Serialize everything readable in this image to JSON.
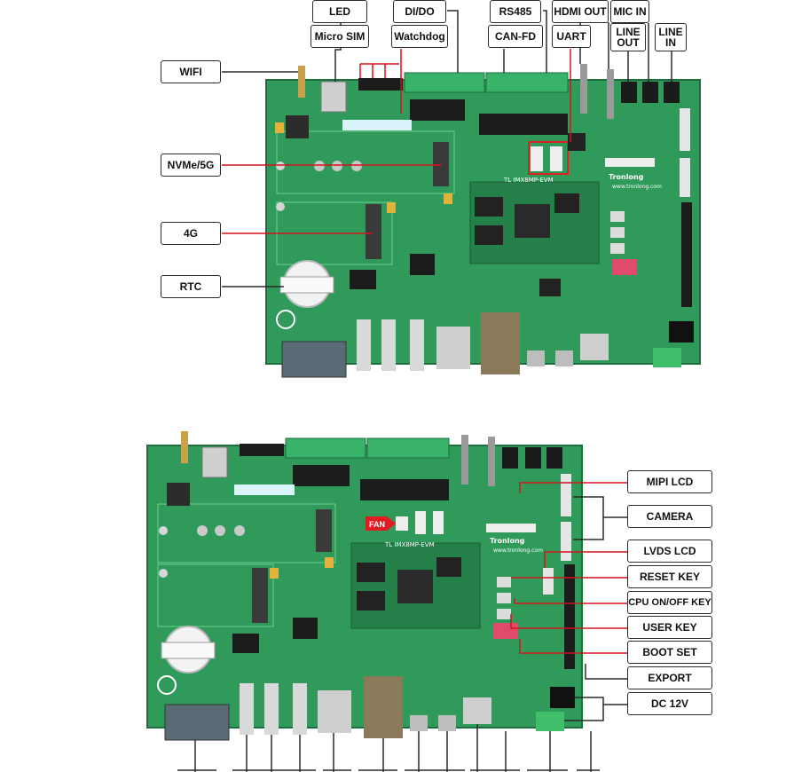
{
  "board_top": {
    "top_labels": {
      "led": "LED",
      "micro_sim": "Micro SIM",
      "di_do": "DI/DO",
      "watchdog": "Watchdog",
      "rs485": "RS485",
      "can_fd": "CAN-FD",
      "hdmi_out": "HDMI OUT",
      "uart": "UART",
      "mic_in": "MIC IN",
      "line_out_1": "LINE",
      "line_out_2": "OUT",
      "line_in_1": "LINE",
      "line_in_2": "IN"
    },
    "left_labels": {
      "wifi": "WIFI",
      "nvme_5g": "NVMe/5G",
      "lte_4g": "4G",
      "rtc": "RTC"
    },
    "silkscreen": {
      "brand": "Tronlong",
      "model": "TL IMX8MP-EVM",
      "url": "www.tronlong.com"
    }
  },
  "board_bottom": {
    "right_labels": {
      "mipi_lcd": "MIPI LCD",
      "camera": "CAMERA",
      "lvds_lcd": "LVDS LCD",
      "reset_key": "RESET KEY",
      "cpu_onoff_key": "CPU ON/OFF KEY",
      "user_key": "USER KEY",
      "boot_set": "BOOT SET",
      "export": "EXPORT",
      "dc_12v": "DC 12V"
    },
    "fan_tag": "FAN",
    "silkscreen": {
      "brand": "Tronlong",
      "model": "TL IMX8MP-EVM",
      "url": "www.tronlong.com"
    }
  },
  "colors": {
    "pcb_green": "#2f9a5a",
    "pcb_dark": "#1f7a44",
    "leader_red": "#d1141c",
    "leader_dark": "#2b2b2b",
    "fan_tag": "#e11b22"
  }
}
